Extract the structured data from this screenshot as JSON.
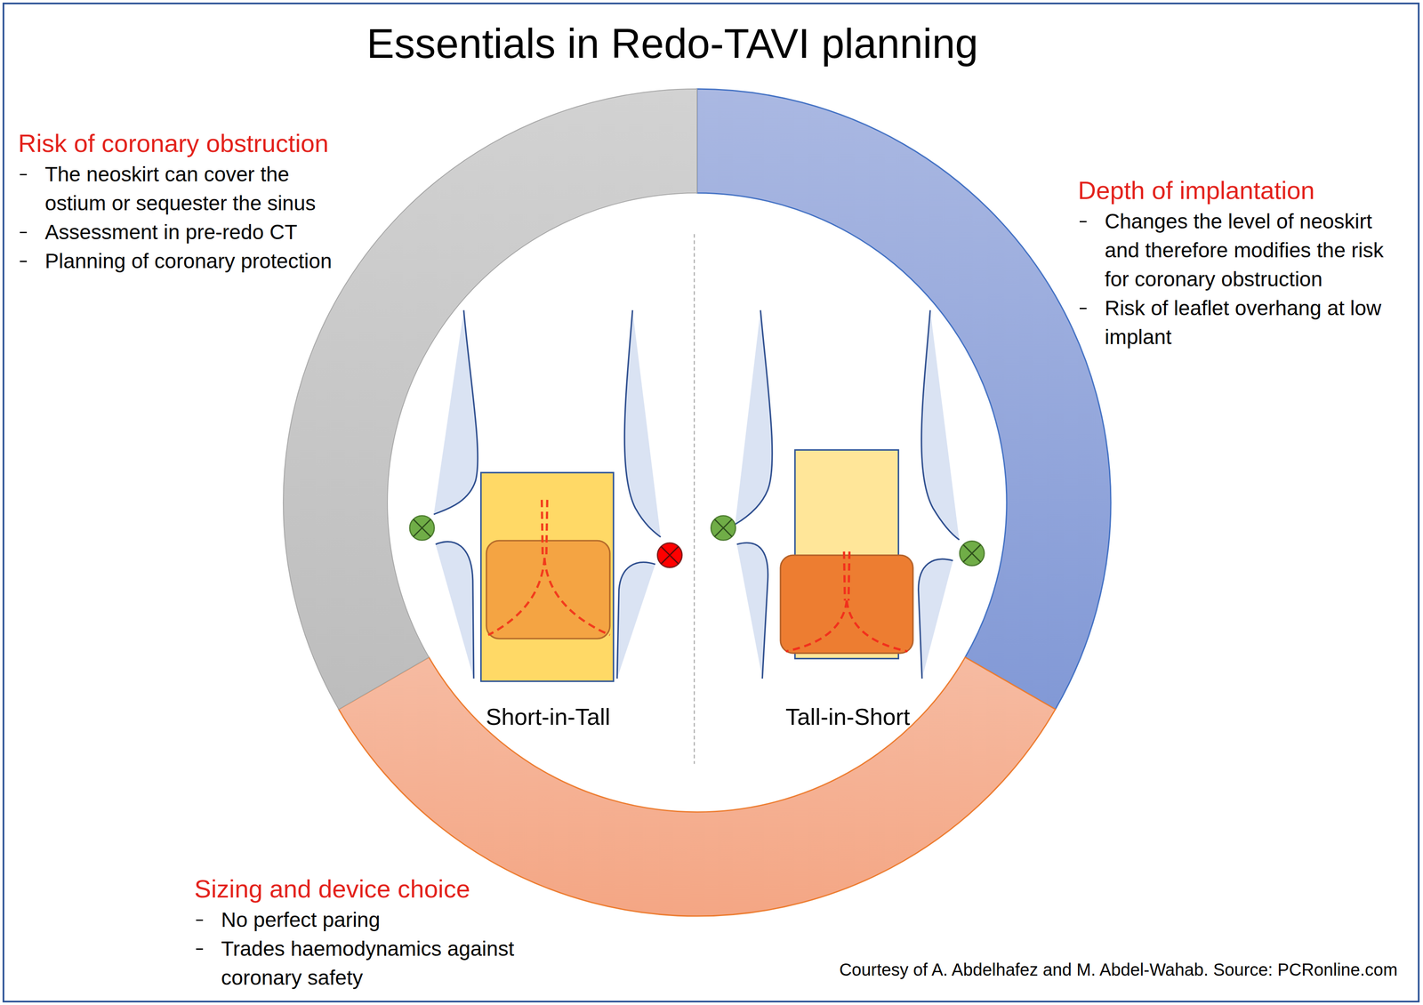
{
  "diagram": {
    "title": "Essentials in Redo-TAVI planning",
    "caption": "Courtesy of A. Abdelhafez and M. Abdel-Wahab. Source: PCRonline.com",
    "nodes": [
      {
        "text": [
          "Risk of coronary obstruction",
          "The neoskirt can cover the ostium or sequester the sinus",
          "Assessment in pre-redo CT",
          "Planning of coronary protection"
        ]
      },
      {
        "text": [
          "Depth of implantation",
          "Changes the level of neoskirt and therefore modifies the risk for coronary obstruction",
          "Risk of leaflet overhang at low implant"
        ]
      },
      {
        "text": [
          "Sizing and device choice",
          "No perfect paring",
          "Trades haemodynamics against coronary safety"
        ]
      }
    ],
    "labels": [
      "Short-in-Tall",
      "Tall-in-Short"
    ]
  }
}
